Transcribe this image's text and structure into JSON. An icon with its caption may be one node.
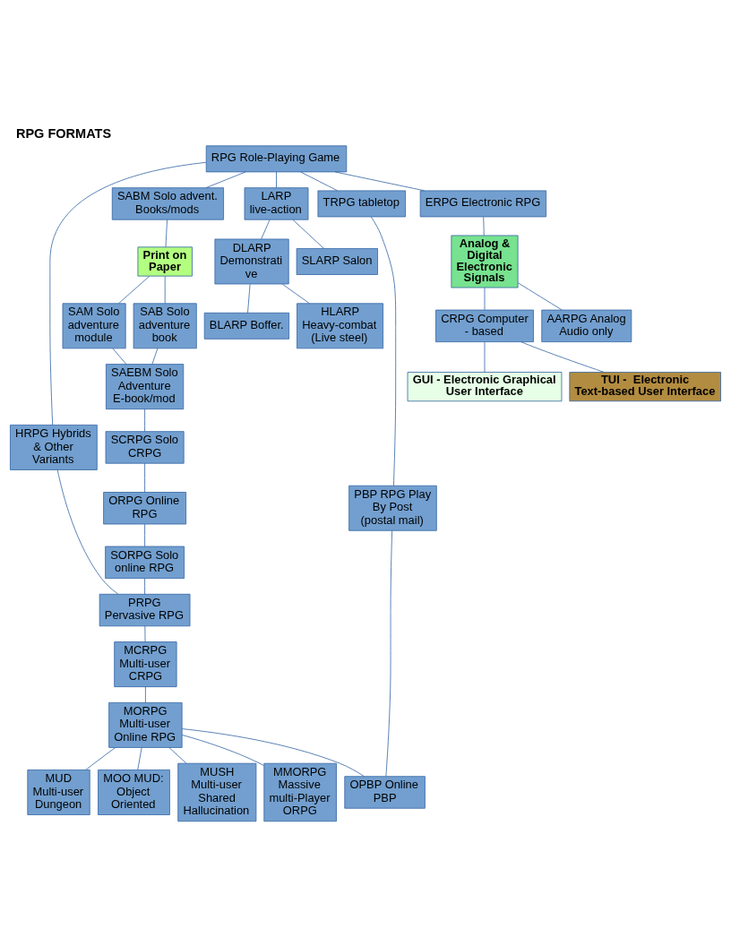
{
  "diagram": {
    "title": "RPG FORMATS",
    "nodes": [
      {
        "text": [
          "RPG Role-Playing Game"
        ]
      },
      {
        "text": [
          "HRPG Hybrids & Other Variants"
        ]
      },
      {
        "text": [
          "TRPG tabletop"
        ]
      },
      {
        "text": [
          "LARP live-action"
        ]
      },
      {
        "text": [
          "SABM Solo advent. Books/mods"
        ]
      },
      {
        "text": [
          "ERPG Electronic RPG"
        ]
      },
      {
        "text": [
          "DLARP Demonstrati ve"
        ]
      },
      {
        "text": [
          "SLARP Salon"
        ]
      },
      {
        "text": [
          "BLARP Boffer."
        ]
      },
      {
        "text": [
          "HLARP Heavy-combat (Live steel)"
        ]
      },
      {
        "text": [
          "Print on Paper"
        ]
      },
      {
        "text": [
          "Analog & Digital Electronic Signals"
        ]
      },
      {
        "text": [
          "SAB Solo adventure book"
        ]
      },
      {
        "text": [
          "SAM Solo adventure module"
        ]
      },
      {
        "text": [
          "CRPG Computer - based"
        ]
      },
      {
        "text": [
          "AARPG Analog Audio only"
        ]
      },
      {
        "text": [
          "TUI -  Electronic Text-based User Interface"
        ]
      },
      {
        "text": [
          "GUI - Electronic Graphical User Interface"
        ]
      },
      {
        "text": [
          "PBP RPG Play By Post (postal mail)"
        ]
      },
      {
        "text": [
          "SAEBM Solo Adventure E-book/mod"
        ]
      },
      {
        "text": [
          "SCRPG Solo CRPG"
        ]
      },
      {
        "text": [
          "ORPG Online RPG"
        ]
      },
      {
        "text": [
          "SORPG Solo online RPG"
        ]
      },
      {
        "text": [
          "PRPG Pervasive RPG"
        ]
      },
      {
        "text": [
          "MCRPG Multi-user CRPG"
        ]
      },
      {
        "text": [
          "MORPG Multi-user Online RPG"
        ]
      },
      {
        "text": [
          "OPBP Online PBP"
        ]
      },
      {
        "text": [
          "MUD Multi-user Dungeon"
        ]
      },
      {
        "text": [
          "MOO MUD: Object Oriented"
        ]
      },
      {
        "text": [
          "MUSH Multi-user Shared Hallucination"
        ]
      },
      {
        "text": [
          "MMORPG Massive multi-Player ORPG"
        ]
      }
    ],
    "edges": [
      {
        "from": 0,
        "to": 1,
        "arrow": "none"
      },
      {
        "from": 0,
        "to": 2,
        "arrow": "none"
      },
      {
        "from": 0,
        "to": 3,
        "arrow": "none"
      },
      {
        "from": 0,
        "to": 4,
        "arrow": "none"
      },
      {
        "from": 0,
        "to": 5,
        "arrow": "none"
      },
      {
        "from": 3,
        "to": 6,
        "arrow": "none"
      },
      {
        "from": 3,
        "to": 7,
        "arrow": "none"
      },
      {
        "from": 6,
        "to": 8,
        "arrow": "none"
      },
      {
        "from": 6,
        "to": 9,
        "arrow": "none"
      },
      {
        "from": 4,
        "to": 10,
        "arrow": "none"
      },
      {
        "from": 10,
        "to": 12,
        "arrow": "none"
      },
      {
        "from": 10,
        "to": 13,
        "arrow": "none"
      },
      {
        "from": 5,
        "to": 11,
        "arrow": "none"
      },
      {
        "from": 11,
        "to": 14,
        "arrow": "none"
      },
      {
        "from": 11,
        "to": 15,
        "arrow": "none"
      },
      {
        "from": 14,
        "to": 16,
        "arrow": "none"
      },
      {
        "from": 14,
        "to": 17,
        "arrow": "none"
      },
      {
        "from": 2,
        "to": 18,
        "arrow": "none"
      },
      {
        "from": 12,
        "to": 19,
        "arrow": "none"
      },
      {
        "from": 13,
        "to": 19,
        "arrow": "none"
      },
      {
        "from": 19,
        "to": 20,
        "arrow": "none"
      },
      {
        "from": 20,
        "to": 21,
        "arrow": "none"
      },
      {
        "from": 21,
        "to": 22,
        "arrow": "none"
      },
      {
        "from": 22,
        "to": 23,
        "arrow": "none"
      },
      {
        "from": 1,
        "to": 23,
        "arrow": "none"
      },
      {
        "from": 23,
        "to": 24,
        "arrow": "none"
      },
      {
        "from": 24,
        "to": 25,
        "arrow": "none"
      },
      {
        "from": 18,
        "to": 26,
        "arrow": "none"
      },
      {
        "from": 25,
        "to": 26,
        "arrow": "none"
      },
      {
        "from": 25,
        "to": 27,
        "arrow": "none"
      },
      {
        "from": 25,
        "to": 28,
        "arrow": "none"
      },
      {
        "from": 25,
        "to": 29,
        "arrow": "none"
      },
      {
        "from": 25,
        "to": 30,
        "arrow": "none"
      }
    ]
  }
}
